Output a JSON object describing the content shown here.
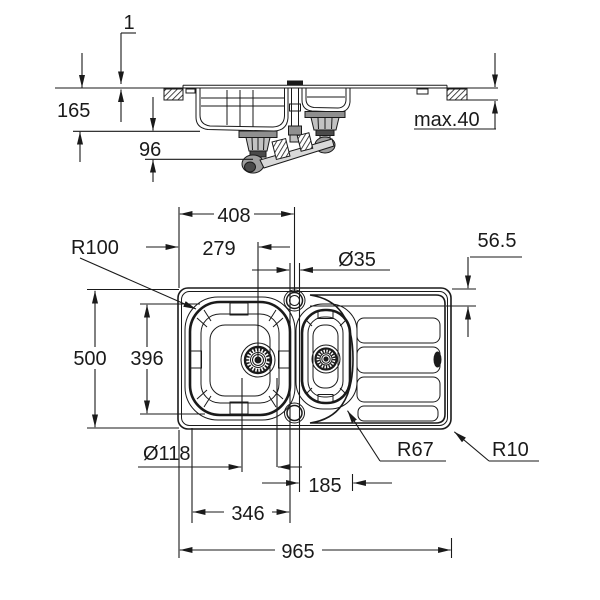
{
  "drawing_type": "sink-installation-dimension-drawing",
  "colors": {
    "line": "#1a1a1a",
    "background": "#ffffff",
    "metal_light": "#c2c2c2",
    "metal_mid": "#8f8f8f",
    "metal_dark": "#4a4a4a"
  },
  "side_view": {
    "labels": {
      "rim_height": "1",
      "total_depth": "165",
      "drain_clearance": "96",
      "worktop_thickness": "max.40"
    }
  },
  "plan_view": {
    "labels": {
      "tap_offset": "408",
      "drain_offset": "279",
      "tap_hole_diameter": "Ø35",
      "deck_width": "56.5",
      "main_bowl_radius": "R100",
      "overall_width": "500",
      "main_bowl_depth_dim": "396",
      "drain_diameter": "Ø118",
      "small_bowl_width": "185",
      "main_bowl_width": "346",
      "overall_length": "965",
      "small_bowl_radius": "R67",
      "corner_radius": "R10"
    }
  }
}
